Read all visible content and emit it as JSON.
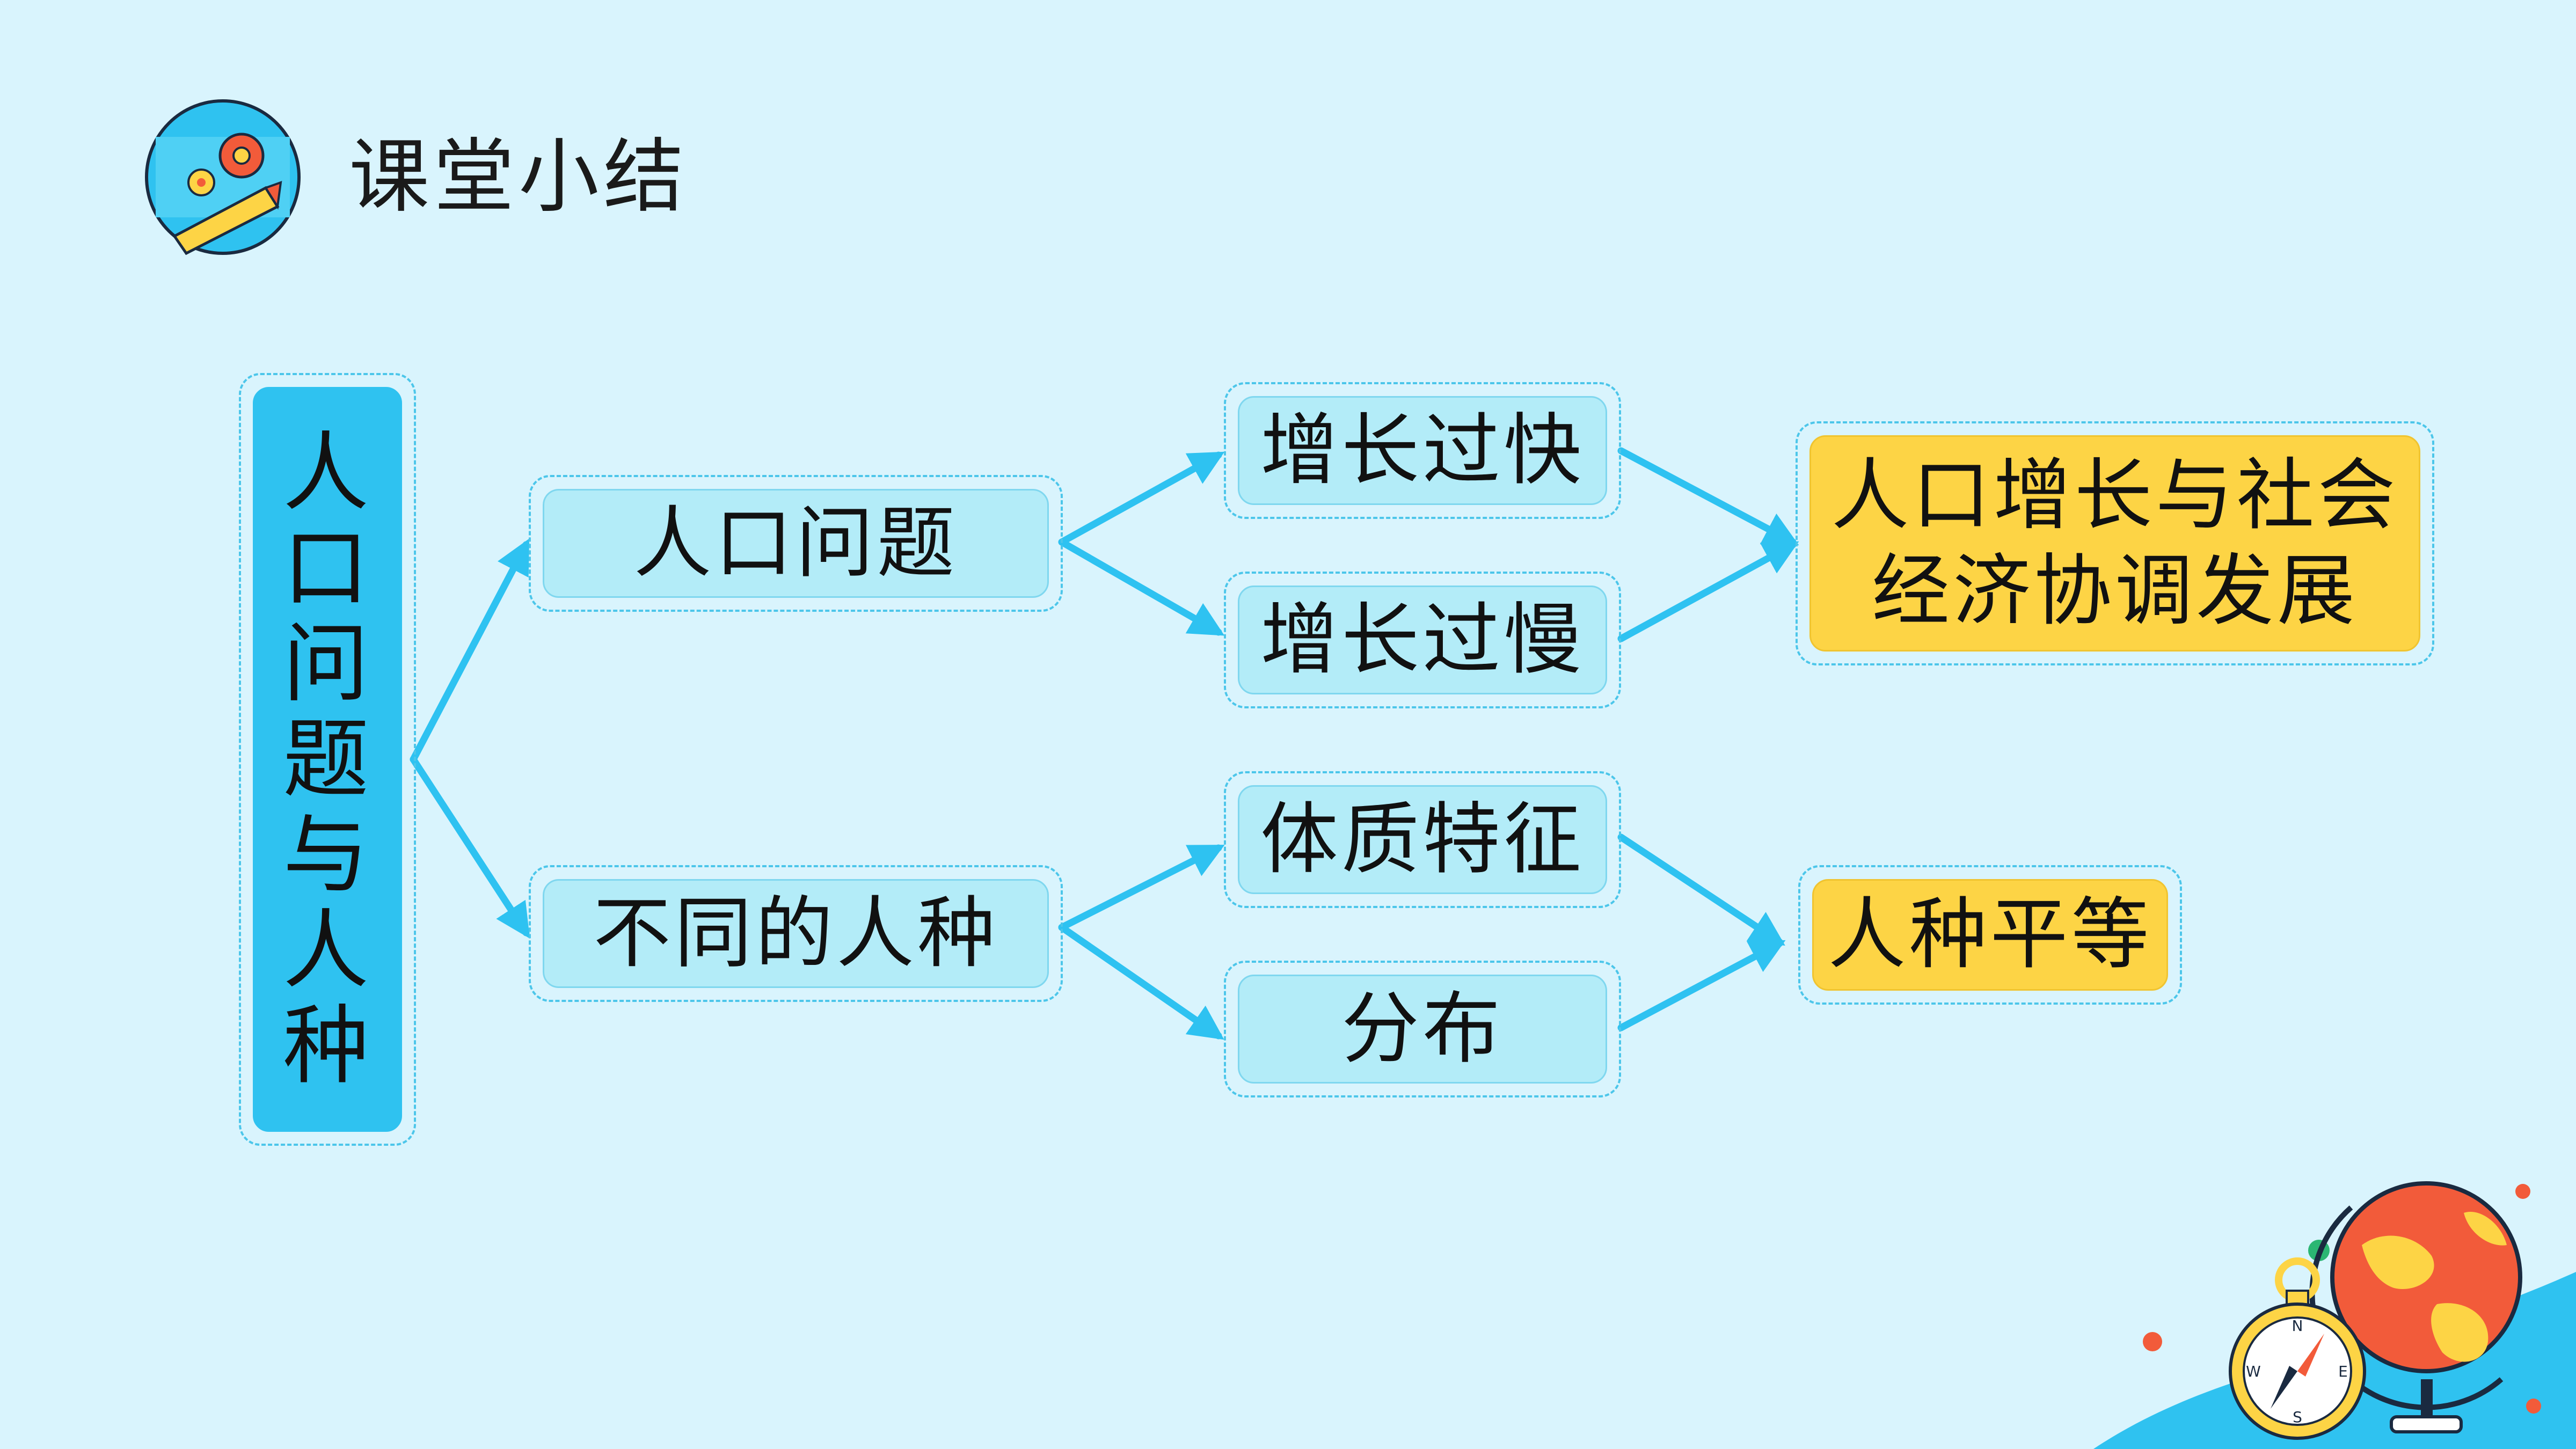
{
  "header": {
    "title": "课堂小结",
    "icon": "gear-pencil-icon"
  },
  "diagram": {
    "root": {
      "label": "人口问题与人种"
    },
    "branch_population": {
      "label": "人口问题"
    },
    "branch_race": {
      "label": "不同的人种"
    },
    "leaf_fast": {
      "label": "增长过快"
    },
    "leaf_slow": {
      "label": "增长过慢"
    },
    "leaf_physique": {
      "label": "体质特征"
    },
    "leaf_distribution": {
      "label": "分布"
    },
    "outcome_development": {
      "label": "人口增长与社会\n经济协调发展"
    },
    "outcome_equality": {
      "label": "人种平等"
    }
  },
  "decoration": {
    "globe": "globe-icon",
    "compass": "compass-icon",
    "compass_letters": {
      "n": "N",
      "s": "S",
      "e": "E",
      "w": "W"
    }
  },
  "colors": {
    "background": "#d9f4fd",
    "arrow": "#2ec2f1",
    "node_light": "#b3ecf8",
    "node_blue": "#2fc2f0",
    "node_yellow": "#fdd445"
  }
}
